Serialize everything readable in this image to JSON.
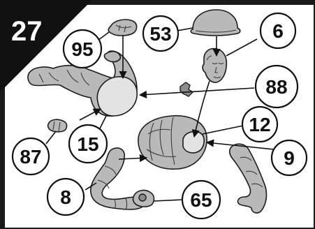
{
  "step_number": "27",
  "callouts": {
    "c95": "95",
    "c53": "53",
    "c6": "6",
    "c88": "88",
    "c12": "12",
    "c87": "87",
    "c15": "15",
    "c9": "9",
    "c8": "8",
    "c65": "65"
  },
  "colors": {
    "part_gray": "#b9b9b9",
    "step_background": "#111111"
  }
}
